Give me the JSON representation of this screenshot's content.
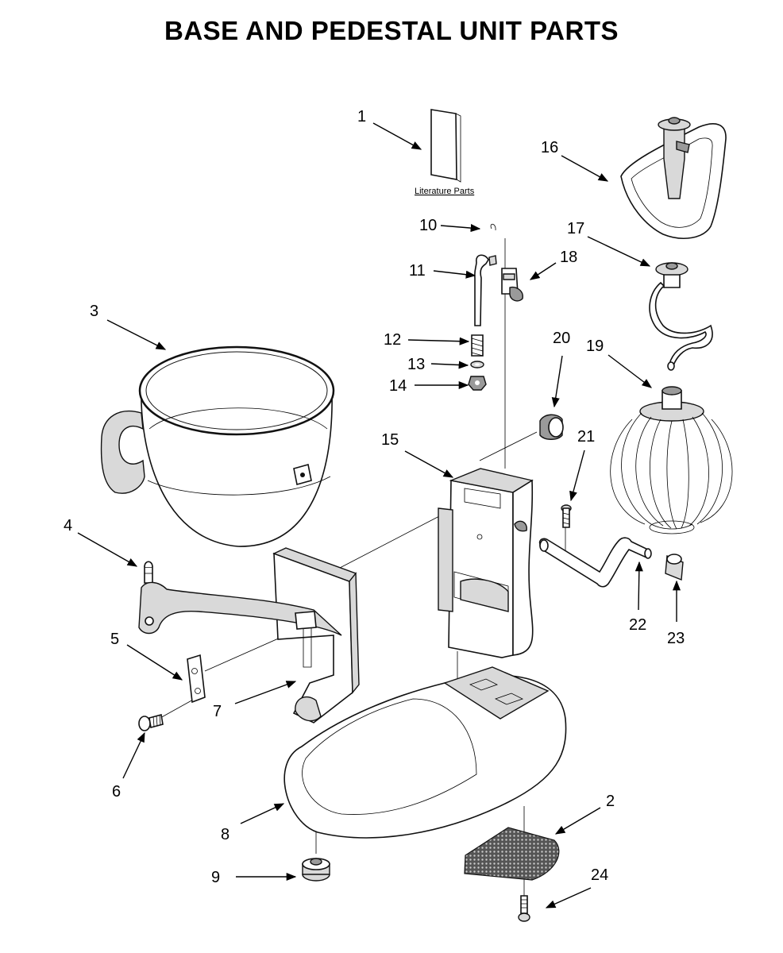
{
  "title": "BASE AND PEDESTAL UNIT PARTS",
  "literature_label": "Literature Parts",
  "callouts": {
    "c1": "1",
    "c2": "2",
    "c3": "3",
    "c4": "4",
    "c5": "5",
    "c6": "6",
    "c7": "7",
    "c8": "8",
    "c9": "9",
    "c10": "10",
    "c11": "11",
    "c12": "12",
    "c13": "13",
    "c14": "14",
    "c15": "15",
    "c16": "16",
    "c17": "17",
    "c18": "18",
    "c19": "19",
    "c20": "20",
    "c21": "21",
    "c22": "22",
    "c23": "23",
    "c24": "24"
  }
}
